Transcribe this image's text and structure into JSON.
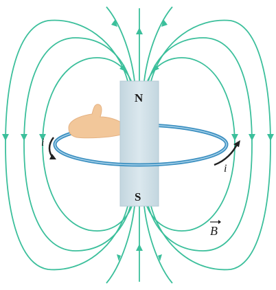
{
  "magnet": {
    "north_label": "N",
    "south_label": "S",
    "color": "#cfe0e8"
  },
  "loop": {
    "current_left": "i",
    "current_right": "i",
    "color": "#3b8fc0"
  },
  "field": {
    "vector_label": "B",
    "line_color": "#3bbf9b"
  },
  "icons": {
    "hand": "hand-thumb-icon",
    "current_arrow": "curved-arrow-icon"
  }
}
